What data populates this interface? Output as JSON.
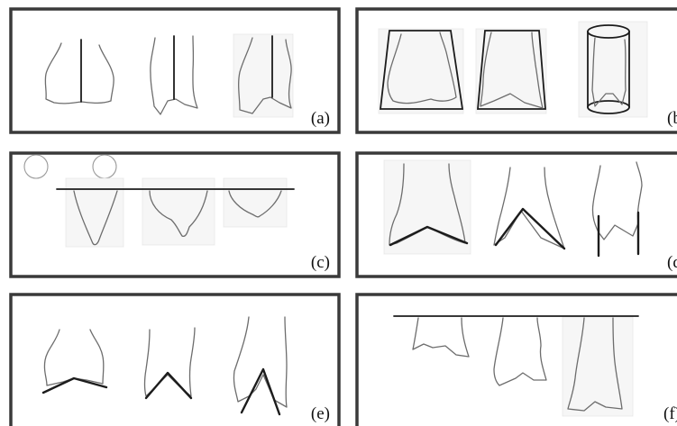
{
  "panels": [
    {
      "id": "a",
      "label": "(a)"
    },
    {
      "id": "b",
      "label": "(b)"
    },
    {
      "id": "c",
      "label": "(c)"
    },
    {
      "id": "d",
      "label": "(d)"
    },
    {
      "id": "e",
      "label": "(e)"
    },
    {
      "id": "f",
      "label": "(f)"
    }
  ]
}
